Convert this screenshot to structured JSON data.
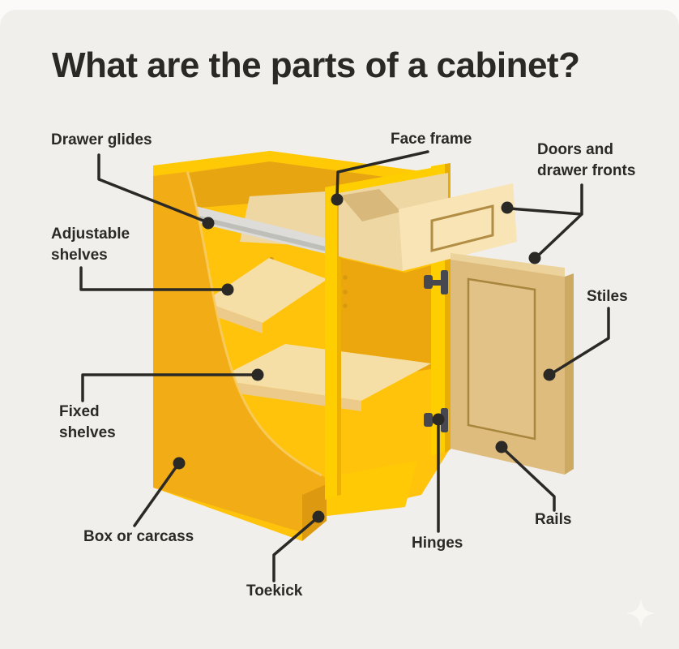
{
  "title": "What are the parts of a cabinet?",
  "labels": {
    "drawer_glides": "Drawer glides",
    "face_frame": "Face frame",
    "doors_and_drawer_fronts": "Doors and drawer fronts",
    "adjustable_shelves": "Adjustable shelves",
    "stiles": "Stiles",
    "fixed_shelves": "Fixed shelves",
    "box_or_carcass": "Box or carcass",
    "rails": "Rails",
    "hinges": "Hinges",
    "toekick": "Toekick"
  },
  "colors": {
    "background": "#f1efec",
    "cabinet_amber": "#f2ac16",
    "face_frame_yellow": "#ffce00",
    "interior_yellow": "#ffc30b",
    "upper_interior_gold": "#e8a512",
    "shelf_cream": "#f6dfa6",
    "drawer_front_cream": "#f8e4b4",
    "door_tan": "#debc7e",
    "glide_gray": "#dddcd8",
    "hinge_gray": "#474750",
    "ink": "#2b2926"
  }
}
